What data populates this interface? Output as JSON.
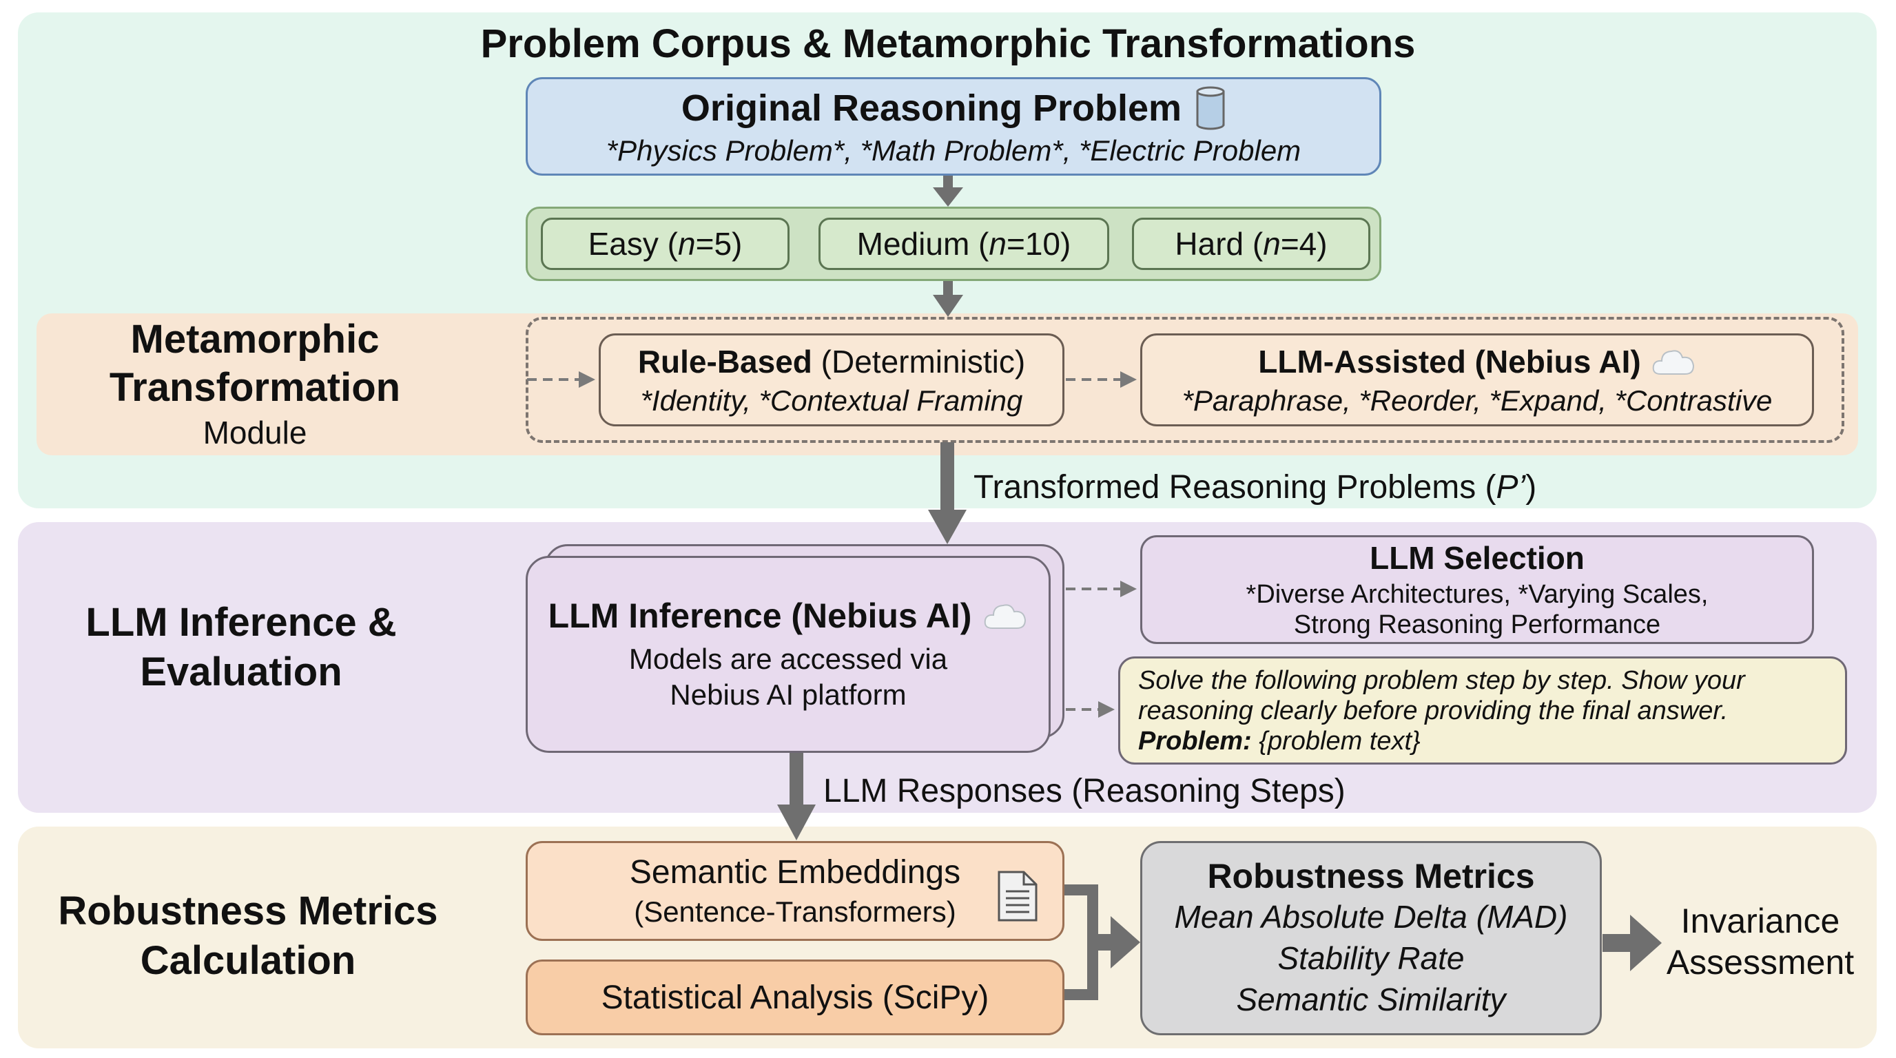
{
  "title": "Problem Corpus & Metamorphic Transformations",
  "original_problem": {
    "title": "Original Reasoning Problem",
    "icon": "database-cylinder-icon",
    "subtitle": "*Physics Problem*, *Math Problem*, *Electric Problem"
  },
  "difficulty_levels": [
    {
      "label": "Easy",
      "n_label": "n",
      "n_value": "=5"
    },
    {
      "label": "Medium",
      "n_label": "n",
      "n_value": "=10"
    },
    {
      "label": "Hard",
      "n_label": "n",
      "n_value": "=4"
    }
  ],
  "metamorphic_module": {
    "label_line1": "Metamorphic",
    "label_line2": "Transformation",
    "label_sub": "Module",
    "rule_based": {
      "title_bold": "Rule-Based",
      "title_rest": " (Deterministic)",
      "items": "*Identity, *Contextual Framing"
    },
    "llm_assisted": {
      "title": "LLM-Assisted (Nebius AI)",
      "icon": "cloud-icon",
      "items": "*Paraphrase, *Reorder, *Expand, *Contrastive"
    }
  },
  "transformed_label": {
    "text": "Transformed Reasoning Problems (",
    "symbol": "P’",
    "close": ")"
  },
  "llm_section": {
    "label_line1": "LLM Inference &",
    "label_line2": "Evaluation",
    "inference": {
      "title": "LLM Inference (Nebius AI)",
      "icon": "cloud-icon",
      "line1": "Models are accessed via",
      "line2": "Nebius AI platform"
    },
    "selection": {
      "title": "LLM Selection",
      "line1": "*Diverse Architectures, *Varying Scales,",
      "line2": "Strong Reasoning Performance"
    },
    "prompt": {
      "line1": "Solve the following problem step by step. Show your",
      "line2": "reasoning clearly before providing the final answer.",
      "problem_label": "Problem:",
      "problem_value": " {problem text}"
    }
  },
  "responses_label": "LLM Responses (Reasoning Steps)",
  "metrics_section": {
    "label_line1": "Robustness Metrics",
    "label_line2": "Calculation",
    "semantic": {
      "title": "Semantic Embeddings",
      "subtitle": "(Sentence-Transformers)",
      "icon": "document-icon"
    },
    "statistical": {
      "title": "Statistical Analysis (SciPy)"
    },
    "robustness": {
      "title": "Robustness Metrics",
      "metrics": [
        "Mean Absolute Delta (MAD)",
        "Stability Rate",
        "Semantic Similarity"
      ]
    },
    "invariance": {
      "line1": "Invariance",
      "line2": "Assessment"
    }
  },
  "colors": {
    "top_section": "#e4f6ee",
    "metamorphic_band": "#f8e6d4",
    "llm_section": "#ebe3f2",
    "metrics_section": "#f7f1e1",
    "original_box": "#d2e2f2",
    "difficulty_box": "#cde2c4",
    "prompt_box": "#f5f1d6",
    "robustness_box": "#d9d9da",
    "arrow": "#6f6f6f"
  }
}
